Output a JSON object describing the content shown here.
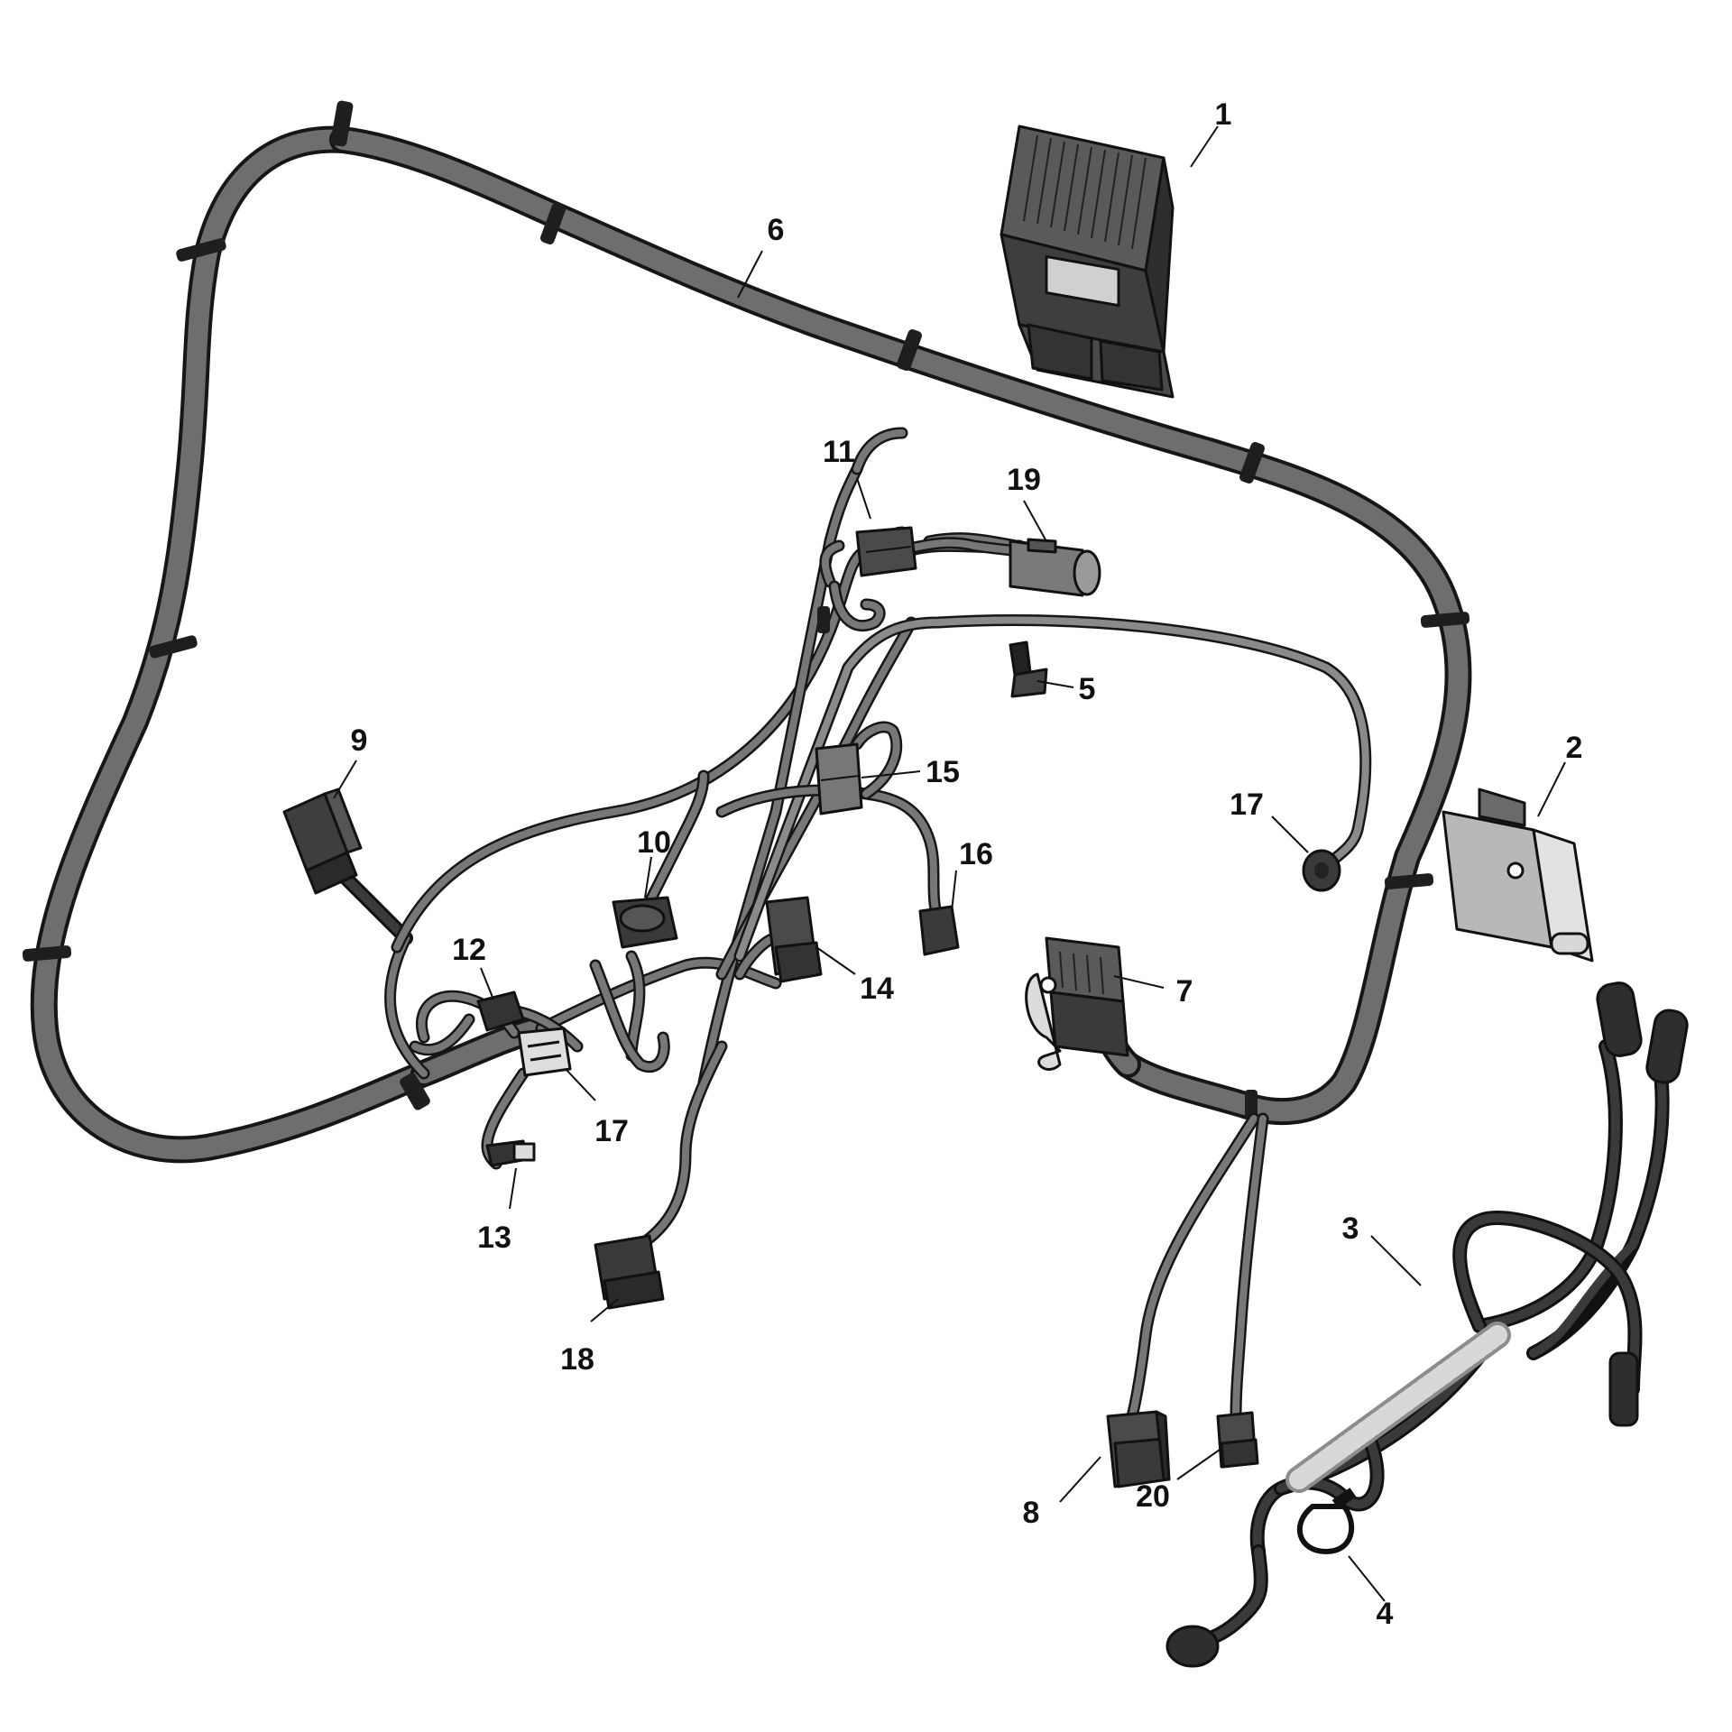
{
  "diagram": {
    "callouts": [
      {
        "id": "1",
        "label": "1"
      },
      {
        "id": "2",
        "label": "2"
      },
      {
        "id": "3",
        "label": "3"
      },
      {
        "id": "4",
        "label": "4"
      },
      {
        "id": "5",
        "label": "5"
      },
      {
        "id": "6",
        "label": "6"
      },
      {
        "id": "7",
        "label": "7"
      },
      {
        "id": "8",
        "label": "8"
      },
      {
        "id": "9",
        "label": "9"
      },
      {
        "id": "10",
        "label": "10"
      },
      {
        "id": "11",
        "label": "11"
      },
      {
        "id": "12",
        "label": "12"
      },
      {
        "id": "13",
        "label": "13"
      },
      {
        "id": "14",
        "label": "14"
      },
      {
        "id": "15",
        "label": "15"
      },
      {
        "id": "16",
        "label": "16"
      },
      {
        "id": "17a",
        "label": "17"
      },
      {
        "id": "17b",
        "label": "17"
      },
      {
        "id": "18",
        "label": "18"
      },
      {
        "id": "19",
        "label": "19"
      },
      {
        "id": "20",
        "label": "20"
      }
    ],
    "colors": {
      "harness_outline": "#161616",
      "harness_fill": "#6e6e6e",
      "part_dark": "#4a4a4a",
      "part_light": "#c8c8c8",
      "label": "#111111"
    }
  }
}
